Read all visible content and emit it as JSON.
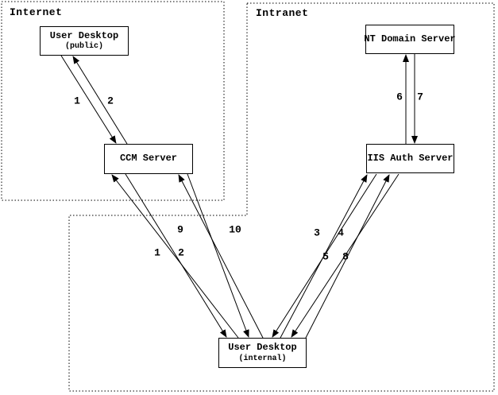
{
  "diagram": {
    "zones": [
      {
        "label": "Internet"
      },
      {
        "label": "Intranet"
      }
    ],
    "nodes": [
      {
        "title": "User Desktop",
        "subtitle": "(public)"
      },
      {
        "title": "CCM Server"
      },
      {
        "title": "NT Domain Server"
      },
      {
        "title": "IIS Auth Server"
      },
      {
        "title": "User Desktop",
        "subtitle": "(internal)"
      }
    ],
    "edges": [
      {
        "label": "1",
        "from": "User Desktop (public)",
        "to": "CCM Server"
      },
      {
        "label": "2",
        "from": "CCM Server",
        "to": "User Desktop (public)"
      },
      {
        "label": "1",
        "from": "User Desktop (internal)",
        "to": "CCM Server"
      },
      {
        "label": "2",
        "from": "CCM Server",
        "to": "User Desktop (internal)"
      },
      {
        "label": "9",
        "from": "User Desktop (internal)",
        "to": "CCM Server"
      },
      {
        "label": "10",
        "from": "CCM Server",
        "to": "User Desktop (internal)"
      },
      {
        "label": "3",
        "from": "User Desktop (internal)",
        "to": "IIS Auth Server"
      },
      {
        "label": "4",
        "from": "IIS Auth Server",
        "to": "User Desktop (internal)"
      },
      {
        "label": "5",
        "from": "User Desktop (internal)",
        "to": "IIS Auth Server"
      },
      {
        "label": "8",
        "from": "IIS Auth Server",
        "to": "User Desktop (internal)"
      },
      {
        "label": "6",
        "from": "IIS Auth Server",
        "to": "NT Domain Server"
      },
      {
        "label": "7",
        "from": "NT Domain Server",
        "to": "IIS Auth Server"
      }
    ],
    "colors": {
      "line": "#000000",
      "background": "#ffffff"
    }
  }
}
